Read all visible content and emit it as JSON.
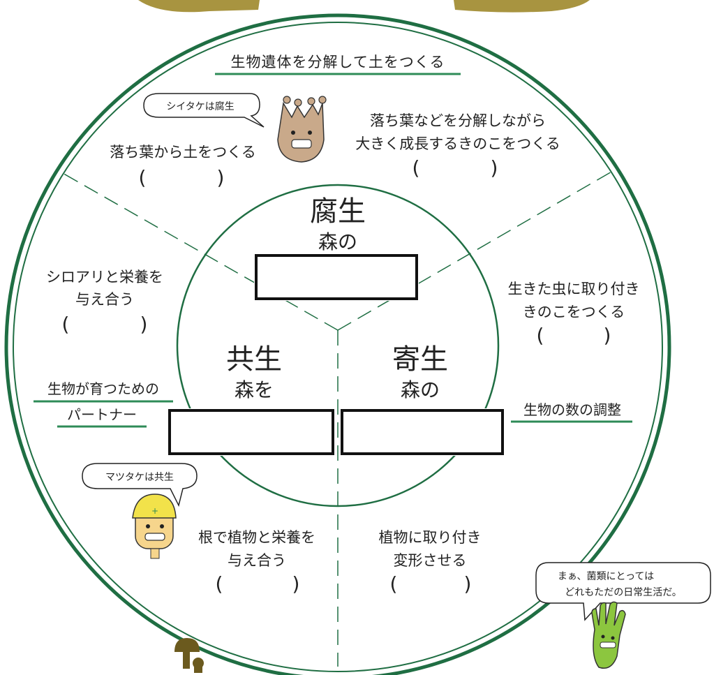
{
  "colors": {
    "ring": "#1f6e43",
    "underline": "#2e8b57",
    "character_crown": "#c9a98a",
    "character_helmet": "#f2e24a",
    "character_face": "#f6d58c",
    "character_glove": "#8cc63f",
    "mushroom": "#6b5a1e",
    "top_decor": "#a89440"
  },
  "top": {
    "caption": "生物遺体を分解して土をつくる",
    "left_item": {
      "text": "落ち葉から土をつくる",
      "paren_open": "(",
      "paren_close": ")"
    },
    "right_item": {
      "line1": "落ち葉などを分解しながら",
      "line2": "大きく成長するきのこをつくる",
      "paren_open": "(",
      "paren_close": ")"
    },
    "bubble": "シイタケは腐生"
  },
  "center": {
    "top": {
      "title": "腐生",
      "sub": "森の"
    },
    "left": {
      "title": "共生",
      "sub": "森を"
    },
    "right": {
      "title": "寄生",
      "sub": "森の"
    }
  },
  "left": {
    "item1": {
      "line1": "シロアリと栄養を",
      "line2": "与え合う",
      "paren_open": "(",
      "paren_close": ")"
    },
    "caption_line1": "生物が育つための",
    "caption_line2": "パートナー",
    "bubble": "マツタケは共生",
    "item2": {
      "line1": "根で植物と栄養を",
      "line2": "与え合う",
      "paren_open": "(",
      "paren_close": ")"
    }
  },
  "right": {
    "item1": {
      "line1": "生きた虫に取り付き",
      "line2": "きのこをつくる",
      "paren_open": "(",
      "paren_close": ")"
    },
    "caption": "生物の数の調整",
    "item2": {
      "line1": "植物に取り付き",
      "line2": "変形させる",
      "paren_open": "(",
      "paren_close": ")"
    }
  },
  "bottom_bubble": {
    "line1": "まぁ、菌類にとっては",
    "line2": "どれもただの日常生活だ。"
  }
}
